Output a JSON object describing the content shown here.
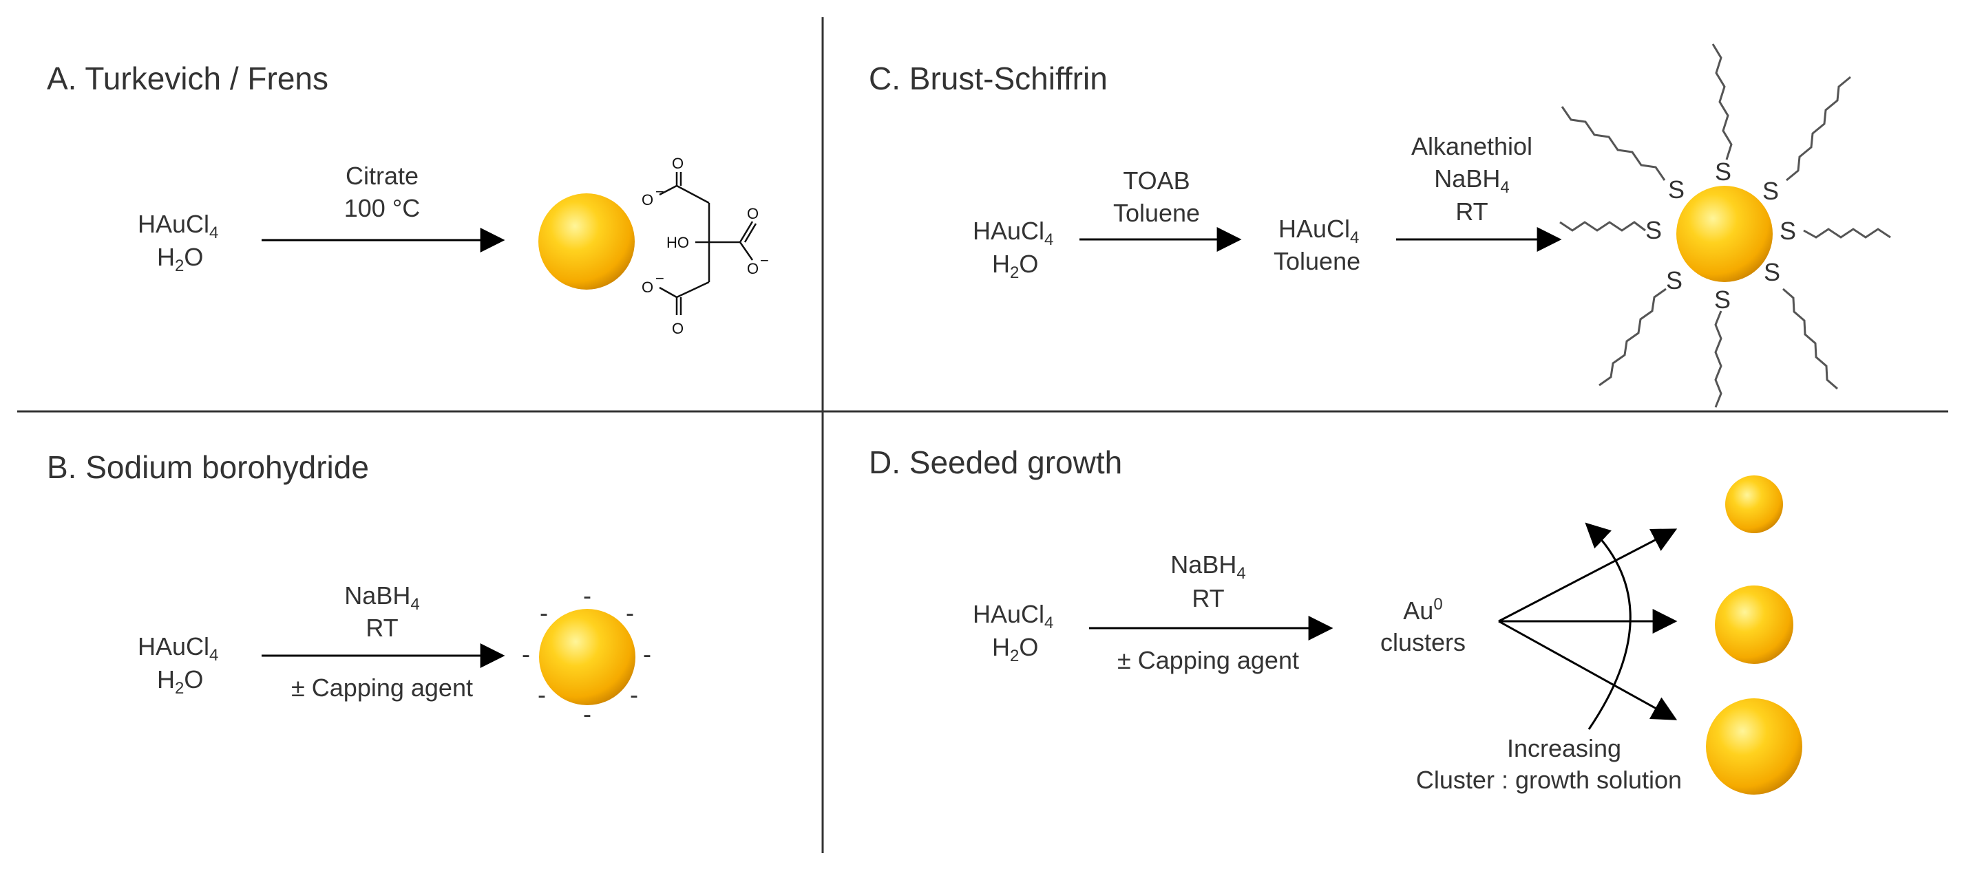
{
  "panels": {
    "a": {
      "title": "A. Turkevich / Frens",
      "reactant": {
        "line1_main": "HAuCl",
        "line1_sub": "4",
        "line2_main": "H",
        "line2_sub": "2",
        "line2_tail": "O"
      },
      "arrow_top1": "Citrate",
      "arrow_top2": "100 °C",
      "citrate": {
        "o": "O",
        "o_minus": "O",
        "minus": "−",
        "ho": "HO"
      }
    },
    "b": {
      "title": "B. Sodium borohydride",
      "reactant": {
        "line1_main": "HAuCl",
        "line1_sub": "4",
        "line2_main": "H",
        "line2_sub": "2",
        "line2_tail": "O"
      },
      "arrow_top1_main": "NaBH",
      "arrow_top1_sub": "4",
      "arrow_top2": "RT",
      "arrow_bottom": "± Capping agent",
      "charge": "-"
    },
    "c": {
      "title": "C. Brust-Schiffrin",
      "reactant": {
        "line1_main": "HAuCl",
        "line1_sub": "4",
        "line2_main": "H",
        "line2_sub": "2",
        "line2_tail": "O"
      },
      "arrow1_top1": "TOAB",
      "arrow1_top2": "Toluene",
      "intermediate": {
        "line1_main": "HAuCl",
        "line1_sub": "4",
        "line2": "Toluene"
      },
      "arrow2_top1": "Alkanethiol",
      "arrow2_top2_main": "NaBH",
      "arrow2_top2_sub": "4",
      "arrow2_top3": "RT",
      "sulfur": "S"
    },
    "d": {
      "title": "D. Seeded growth",
      "reactant": {
        "line1_main": "HAuCl",
        "line1_sub": "4",
        "line2_main": "H",
        "line2_sub": "2",
        "line2_tail": "O"
      },
      "arrow_top1_main": "NaBH",
      "arrow_top1_sub": "4",
      "arrow_top2": "RT",
      "arrow_bottom": "± Capping agent",
      "clusters_main": "Au",
      "clusters_sup": "0",
      "clusters_line2": "clusters",
      "increasing": "Increasing",
      "ratio": "Cluster : growth solution"
    }
  },
  "colors": {
    "gold_light": "#FFF59A",
    "gold_mid": "#FFC81A",
    "gold_dark": "#D98E00",
    "divider": "#333333",
    "arrow": "#000000",
    "text": "#333333"
  }
}
